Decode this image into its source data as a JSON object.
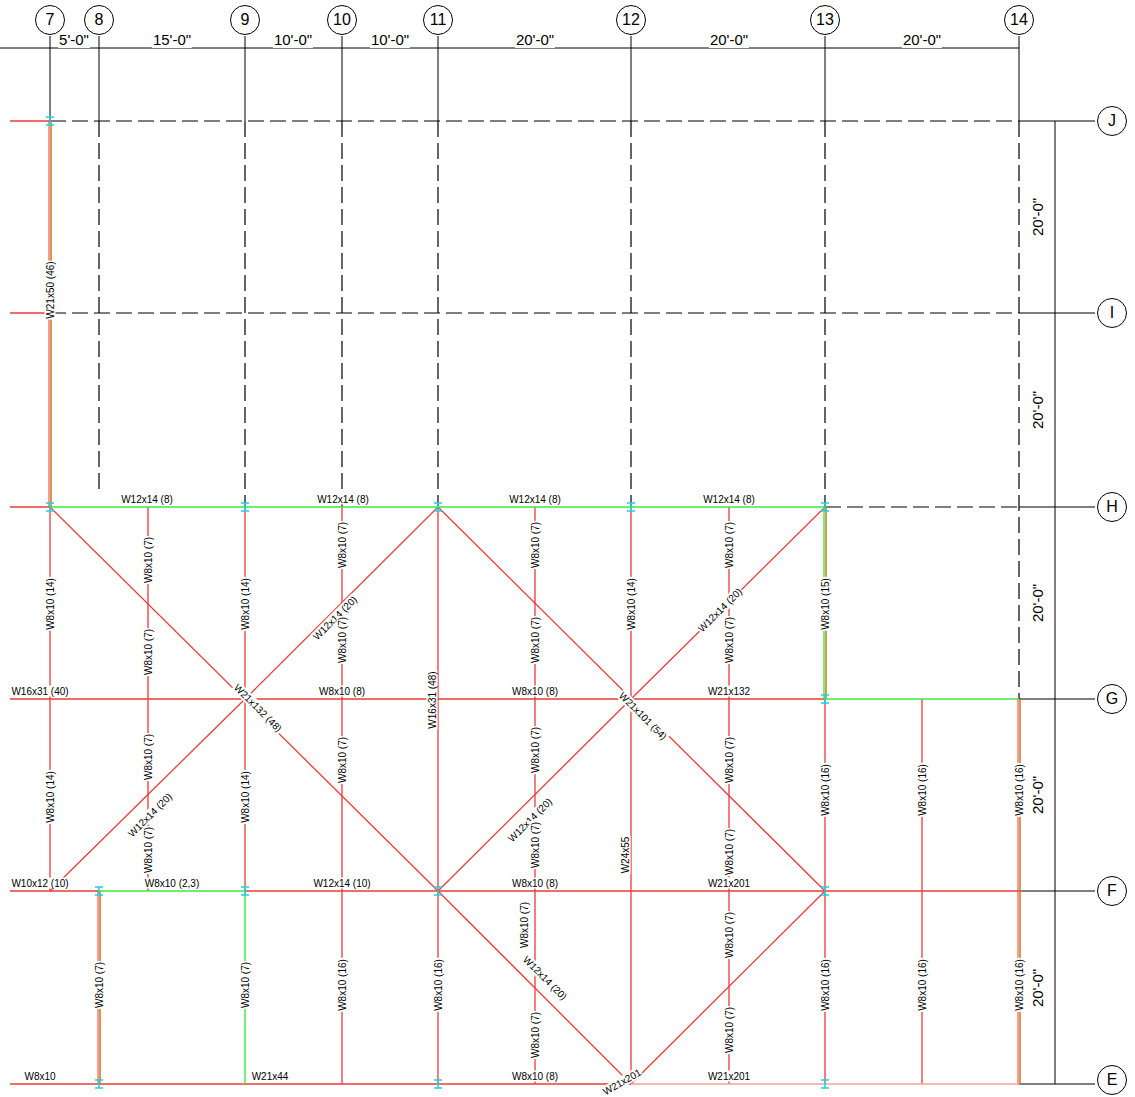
{
  "diagram": {
    "nodes": [
      {
        "text": [
          "7"
        ]
      },
      {
        "text": [
          "8"
        ]
      },
      {
        "text": [
          "9"
        ]
      },
      {
        "text": [
          "10"
        ]
      },
      {
        "text": [
          "11"
        ]
      },
      {
        "text": [
          "12"
        ]
      },
      {
        "text": [
          "13"
        ]
      },
      {
        "text": [
          "14"
        ]
      },
      {
        "text": [
          "J"
        ]
      },
      {
        "text": [
          "I"
        ]
      },
      {
        "text": [
          "H"
        ]
      },
      {
        "text": [
          "G"
        ]
      },
      {
        "text": [
          "F"
        ]
      },
      {
        "text": [
          "E"
        ]
      }
    ],
    "labels": [
      "5'-0\"",
      "15'-0\"",
      "10'-0\"",
      "10'-0\"",
      "20'-0\"",
      "20'-0\"",
      "20'-0\"",
      "20'-0\"",
      "20'-0\"",
      "20'-0\"",
      "20'-0\"",
      "20'-0\"",
      "W21x50 (46)",
      "W12x14 (8)",
      "W12x14 (8)",
      "W12x14 (8)",
      "W12x14 (8)",
      "W8x10 (7)",
      "W8x10 (14)",
      "W8x10 (14)",
      "W8x10 (7)",
      "W12x14 (20)",
      "W8x10 (7)",
      "W8x10 (7)",
      "W8x10 (7)",
      "W8x10 (7)",
      "W8x10 (14)",
      "W8x10 (7)",
      "W12x14 (20)",
      "W8x10 (7)",
      "W8x10 (15)",
      "W16x31 (40)",
      "W21x132 (48)",
      "W8x10 (8)",
      "W16x31 (48)",
      "W8x10 (8)",
      "W21x101 (54)",
      "W21x132",
      "W8x10 (14)",
      "W8x10 (7)",
      "W12x14 (20)",
      "W8x10 (7)",
      "W8x10 (14)",
      "W8x10 (7)",
      "W12x14 (20)",
      "W8x10 (7)",
      "W8x10 (7)",
      "W8x10 (7)",
      "W8x10 (7)",
      "W8x10 (16)",
      "W8x10 (16)",
      "W8x10 (16)",
      "W10x12 (10)",
      "W8x10 (2,3)",
      "W12x14 (10)",
      "W8x10 (8)",
      "W24x55",
      "W21x201",
      "W8x10 (7)",
      "W8x10 (7)",
      "W8x10 (16)",
      "W8x10 (16)",
      "W8x10 (7)",
      "W12x14 (20)",
      "W8x10 (7)",
      "W8x10 (7)",
      "W8x10 (7)",
      "W8x10 (16)",
      "W8x10 (16)",
      "W8x10 (16)",
      "W8x10",
      "W21x44",
      "W8x10 (8)",
      "W21x201",
      "W21x201"
    ]
  }
}
